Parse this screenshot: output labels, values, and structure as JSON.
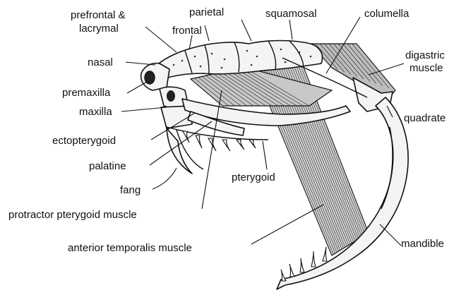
{
  "labels": {
    "prefrontal_lacrymal_line1": "prefrontal &",
    "prefrontal_lacrymal_line2": "lacrymal",
    "parietal": "parietal",
    "squamosal": "squamosal",
    "columella": "columella",
    "frontal": "frontal",
    "nasal": "nasal",
    "digastric_line1": "digastric",
    "digastric_line2": "muscle",
    "premaxilla": "premaxilla",
    "maxilla": "maxilla",
    "quadrate": "quadrate",
    "ectopterygoid": "ectopterygoid",
    "palatine": "palatine",
    "pterygoid": "pterygoid",
    "fang": "fang",
    "protractor_pterygoid": "protractor pterygoid muscle",
    "anterior_temporalis": "anterior temporalis muscle",
    "mandible": "mandible"
  }
}
